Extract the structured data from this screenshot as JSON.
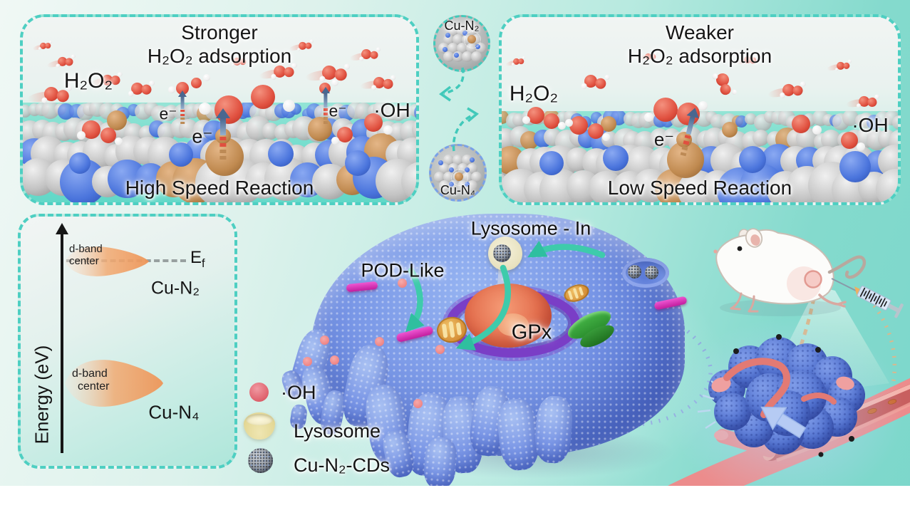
{
  "panel_stronger": {
    "title_line1": "Stronger",
    "title_line2": "H₂O₂ adsorption",
    "h2o2_label": "H₂O₂",
    "e_center": "e⁻",
    "e_left": "e⁻",
    "e_right": "e⁻",
    "oh_label": "·OH",
    "caption": "High Speed Reaction"
  },
  "panel_weaker": {
    "title_line1": "Weaker",
    "title_line2": "H₂O₂ adsorption",
    "h2o2_label": "H₂O₂",
    "e_center": "e⁻",
    "oh_label": "·OH",
    "caption": "Low Speed Reaction"
  },
  "insets": {
    "top_label": "Cu-N₂",
    "bottom_label": "Cu-N₄"
  },
  "energy": {
    "axis_label": "Energy (eV)",
    "dband_top_l1": "d-band",
    "dband_top_l2": "center",
    "dband_bottom_l1": "d-band",
    "dband_bottom_l2": "center",
    "ef_base": "E",
    "ef_sub": "f",
    "cun2_label": "Cu-N₂",
    "cun4_label": "Cu-N₄"
  },
  "cell": {
    "lysosome_in": "Lysosome - In",
    "pod_like": "POD-Like",
    "gpx": "GPx"
  },
  "legend": {
    "items": [
      {
        "label": "·OH",
        "icon": "oh-dot-icon"
      },
      {
        "label": "Lysosome",
        "icon": "lysosome-bowl-icon"
      },
      {
        "label": "Cu-N₂-CDs",
        "icon": "cds-sphere-icon"
      }
    ]
  },
  "colors": {
    "accent_teal": "#4ecfc2",
    "arrow_teal": "#2fbf9f",
    "cell_blue": "#6b8fe2",
    "nucleus_red": "#e4704f",
    "er_purple": "#7a3ec6",
    "rod_magenta": "#d930b3",
    "mito_orange": "#d69038",
    "golgi_green": "#2f9e30",
    "oh_pink": "#e87c85",
    "lysosome_yellow": "#efe9c2",
    "cds_gray": "#9aa0a8",
    "vessel_red": "#ec8c8c",
    "copper_tan": "#c08a50",
    "nitrogen_blue": "#4a74dc"
  }
}
